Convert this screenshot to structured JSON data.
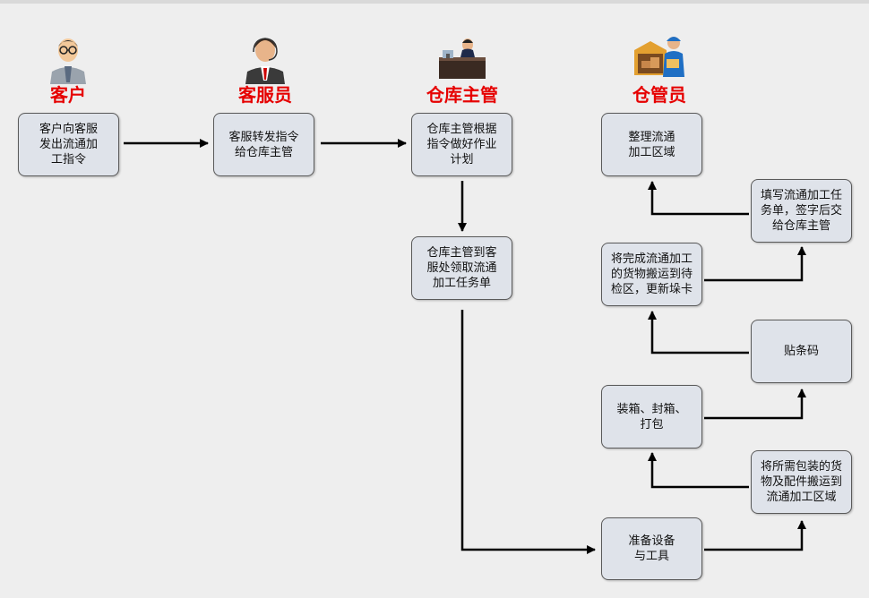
{
  "actors": {
    "customer": "客户",
    "service": "客服员",
    "supervisor": "仓库主管",
    "keeper": "仓管员"
  },
  "steps": {
    "s1": "客户向客服\n发出流通加\n工指令",
    "s2": "客服转发指令\n给仓库主管",
    "s3": "仓库主管根据\n指令做好作业\n计划",
    "s4": "仓库主管到客\n服处领取流通\n加工任务单",
    "s5": "准备设备\n与工具",
    "s6": "将所需包装的货\n物及配件搬运到\n流通加工区域",
    "s7": "装箱、封箱、\n打包",
    "s8": "贴条码",
    "s9": "将完成流通加工\n的货物搬运到待\n检区，更新垛卡",
    "s10": "填写流通加工任\n务单，签字后交\n给仓库主管",
    "s11": "整理流通\n加工区域"
  },
  "colors": {
    "actor_label": "#e60000",
    "box_fill": "#dfe3ea",
    "box_border": "#5a5a5a",
    "arrow": "#000000"
  }
}
